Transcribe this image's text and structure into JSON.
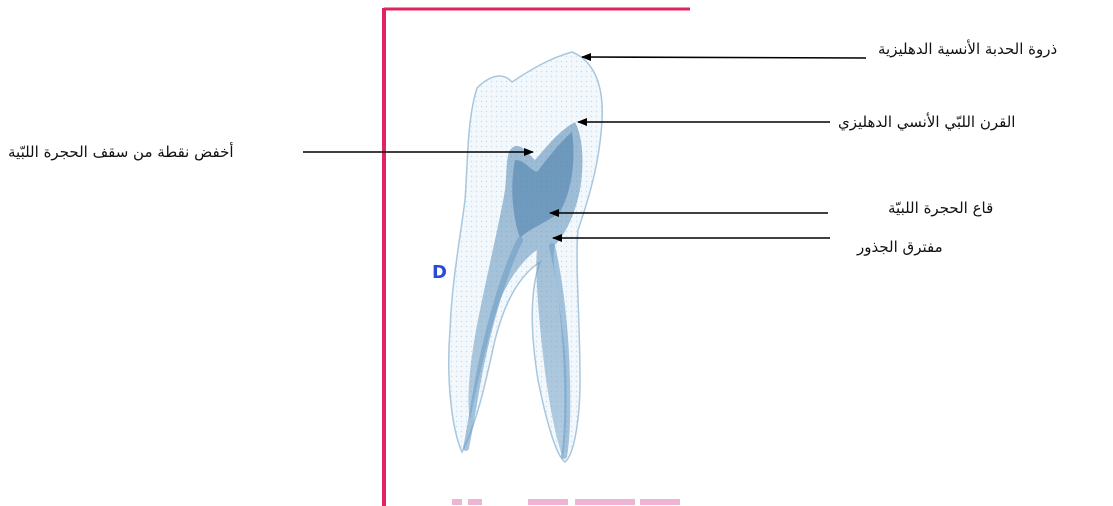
{
  "labels": {
    "cusp_tip": "ذروة الحدبة الأنسية الدهليزية",
    "pulp_horn": "القرن اللبّي الأنسي الدهليزي",
    "pulp_roof_lowest": "أخفض نقطة من سقف الحجرة اللبّية",
    "pulp_floor": "قاع الحجرة اللبيّة",
    "furcation": "مفترق الجذور"
  },
  "marker": "D",
  "colors": {
    "frame": "#e0245e",
    "tooth_outline": "#9fc3dc",
    "pulp": "#5b8fb8",
    "arrow": "#000000",
    "marker": "#2a4bd7"
  }
}
